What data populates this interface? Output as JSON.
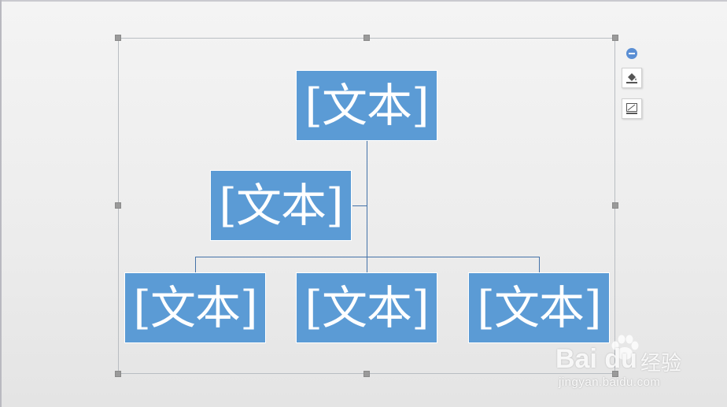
{
  "smartart": {
    "nodes": [
      {
        "id": "top",
        "text": "[文本]"
      },
      {
        "id": "assistant",
        "text": "[文本]"
      },
      {
        "id": "child-1",
        "text": "[文本]"
      },
      {
        "id": "child-2",
        "text": "[文本]"
      },
      {
        "id": "child-3",
        "text": "[文本]"
      }
    ],
    "colors": {
      "box_fill": "#5b9bd5",
      "connector": "#4472a8",
      "frame": "#b9bdc2"
    }
  },
  "side_tools": [
    {
      "name": "collapse-icon"
    },
    {
      "name": "paint-bucket-icon"
    },
    {
      "name": "layout-options-icon"
    }
  ],
  "watermark": {
    "logo_text": "Bai du",
    "cn_text": "经验",
    "url": "jingyan.baidu.com"
  }
}
